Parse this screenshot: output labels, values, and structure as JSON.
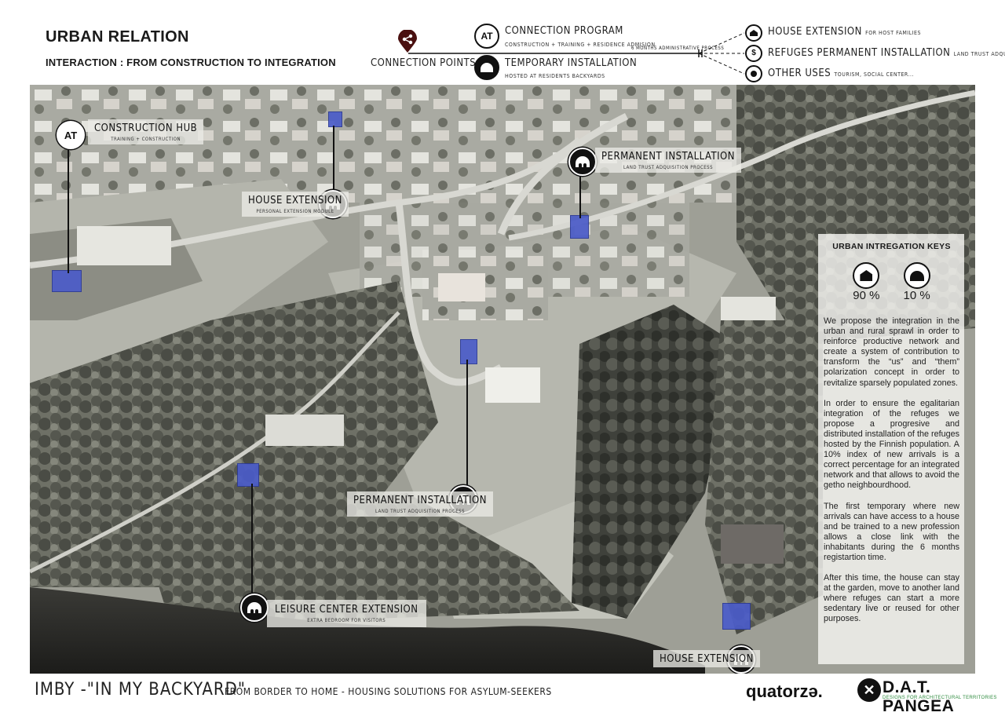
{
  "header": {
    "title": "URBAN RELATION",
    "subtitle": "INTERACTION : FROM CONSTRUCTION TO INTEGRATION"
  },
  "diagram": {
    "connection_points": "CONNECTION POINTS",
    "program_title": "CONNECTION PROGRAM",
    "program_sub": "CONSTRUCTION + TRAINING + RESIDENCE ADMISION",
    "temp_title": "TEMPORARY INSTALLATION",
    "temp_sub": "HOSTED AT RESIDENTS BACKYARDS",
    "process": "6 MONTHS ADMINISTRATIVE PROCESS",
    "branch1_title": "HOUSE EXTENSION",
    "branch1_sub": "FOR HOST FAMILIES",
    "branch2_title": "REFUGES PERMANENT INSTALLATION",
    "branch2_sub": "LAND TRUST ADQUISITION",
    "branch3_title": "OTHER USES",
    "branch3_sub": "TOURISM, SOCIAL CENTER...",
    "at_glyph": "AT",
    "dollar_glyph": "$"
  },
  "map_labels": {
    "construction_hub": {
      "title": "CONSTRUCTION HUB",
      "sub": "TRAINING + CONSTRUCTION"
    },
    "house_ext_1": {
      "title": "HOUSE EXTENSION",
      "sub": "PERSONAL EXTENSION MODULE"
    },
    "permanent_1": {
      "title": "PERMANENT INSTALLATION",
      "sub": "LAND TRUST ADQUISITION PROCESS"
    },
    "permanent_2": {
      "title": "PERMANENT INSTALLATION",
      "sub": "LAND TRUST ADQUISITION PROCESS"
    },
    "leisure": {
      "title": "LEISURE CENTER EXTENSION",
      "sub": "EXTRA BEDROOM FOR VISITORS"
    },
    "house_ext_2": {
      "title": "HOUSE EXTENSION"
    }
  },
  "keys": {
    "title": "URBAN INTREGATION KEYS",
    "house_pct": "90 %",
    "temp_pct": "10 %",
    "paragraphs": [
      "We propose the integration in the urban and rural sprawl in order to reinforce productive network and  create a system of contribution to transform the “us” and “them” polarization concept in order to revitalize sparsely populated zones.",
      "In order to ensure the egalitarian integration of the refuges we propose a progresive and distributed installation of the refuges hosted by the Finnish population. A 10% index of new arrivals is a correct percentage for an integrated network and that allows to avoid the getho neighbourdhood.",
      "The first temporary where new arrivals can have access to a house and be trained to a new profession allows a close link with the inhabitants during the 6 months registartion time.",
      "After this time, the house can stay at the garden, move to another land where refuges can start a more sedentary live or reused for other purposes."
    ]
  },
  "footer": {
    "project": "IMBY -\"IN MY BACKYARD\"",
    "tagline": "FROM BORDER TO HOME - HOUSING SOLUTIONS FOR ASYLUM-SEEKERS",
    "logo1": "quatorzə.",
    "logo2": "D.A.T. PANGEA",
    "logo2_sub": "DESIGNS FOR ARCHITECTURAL TERRITORIES"
  },
  "colors": {
    "module": "#4b5cc9",
    "logo_green": "#2e8b3e"
  }
}
